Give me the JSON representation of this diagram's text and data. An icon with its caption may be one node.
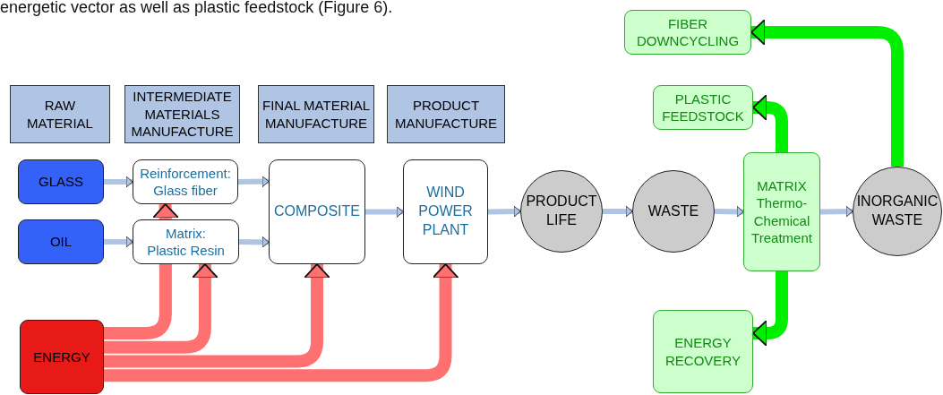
{
  "diagram": {
    "nodes": [
      {
        "text": [
          "RAW MATERIAL"
        ]
      },
      {
        "text": [
          "INTERMEDIATE MATERIALS MANUFACTURE"
        ]
      },
      {
        "text": [
          "FINAL MATERIAL MANUFACTURE"
        ]
      },
      {
        "text": [
          "PRODUCT MANUFACTURE"
        ]
      },
      {
        "text": [
          "GLASS"
        ]
      },
      {
        "text": [
          "OIL"
        ]
      },
      {
        "text": [
          "ENERGY"
        ]
      },
      {
        "text": [
          "Reinforcement: Glass fiber"
        ]
      },
      {
        "text": [
          "Matrix: Plastic Resin"
        ]
      },
      {
        "text": [
          "COMPOSITE"
        ]
      },
      {
        "text": [
          "WIND POWER PLANT"
        ]
      },
      {
        "text": [
          "PRODUCT LIFE"
        ]
      },
      {
        "text": [
          "WASTE"
        ]
      },
      {
        "text": [
          "MATRIX Thermo-Chemical Treatment"
        ]
      },
      {
        "text": [
          "INORGANIC WASTE"
        ]
      },
      {
        "text": [
          "FIBER DOWNCYCLING"
        ]
      },
      {
        "text": [
          "PLASTIC FEEDSTOCK"
        ]
      },
      {
        "text": [
          "ENERGY RECOVERY"
        ]
      }
    ],
    "edges": [
      {
        "from": 4,
        "to": 7,
        "arrow": "to"
      },
      {
        "from": 5,
        "to": 8,
        "arrow": "to"
      },
      {
        "from": 7,
        "to": 9,
        "arrow": "to"
      },
      {
        "from": 8,
        "to": 9,
        "arrow": "to"
      },
      {
        "from": 9,
        "to": 10,
        "arrow": "to"
      },
      {
        "from": 10,
        "to": 11,
        "arrow": "to"
      },
      {
        "from": 11,
        "to": 12,
        "arrow": "to"
      },
      {
        "from": 12,
        "to": 13,
        "arrow": "to"
      },
      {
        "from": 13,
        "to": 14,
        "arrow": "to"
      },
      {
        "from": 6,
        "to": 8,
        "arrow": "none",
        "style": "thick",
        "color": "#ff7070"
      },
      {
        "from": 8,
        "to": 7,
        "arrow": "to",
        "style": "thick",
        "color": "#ff7070"
      },
      {
        "from": 6,
        "to": 8,
        "arrow": "to",
        "style": "thick",
        "color": "#ff7070"
      },
      {
        "from": 6,
        "to": 9,
        "arrow": "to",
        "style": "thick",
        "color": "#ff7070"
      },
      {
        "from": 6,
        "to": 10,
        "arrow": "to",
        "style": "thick",
        "color": "#ff7070"
      },
      {
        "from": 13,
        "to": 16,
        "arrow": "to",
        "style": "thick",
        "color": "#00ee00"
      },
      {
        "from": 13,
        "to": 17,
        "arrow": "to",
        "style": "thick",
        "color": "#00ee00"
      },
      {
        "from": 14,
        "to": 15,
        "arrow": "to",
        "style": "thick",
        "color": "#00ee00"
      }
    ],
    "labels": [
      "energetic vector as well as plastic feedstock (Figure 6)."
    ]
  }
}
